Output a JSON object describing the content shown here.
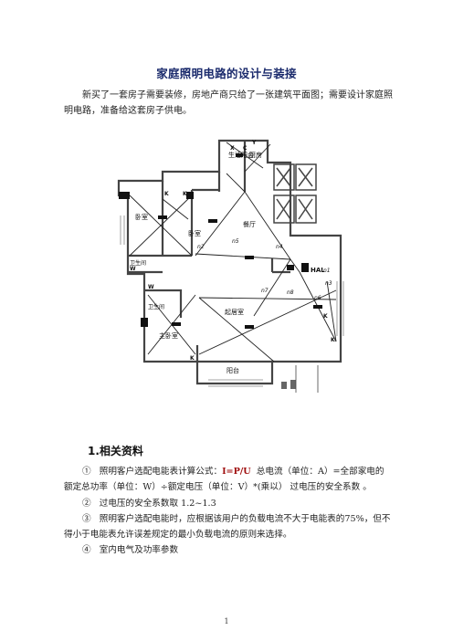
{
  "doc": {
    "title": "家庭照明电路的设计与装接",
    "intro": "新买了一套房子需要装修，房地产商只给了一张建筑平面图；需要设计家庭照明电路，准备给这套房子供电。",
    "section_heading": "1.相关资料",
    "items": [
      {
        "marker": "①",
        "text_a": "照明客户选配电能表计算公式：",
        "formula": "I=P/U",
        "text_b": "总电流（单位：A）=全部家电的额定总功率（单位：W）÷额定电压（单位：V）*(乘以） 过电压的安全系数 。"
      },
      {
        "marker": "②",
        "text": "过电压的安全系数取 1.2~1.3"
      },
      {
        "marker": "③",
        "text": "照明客户选配电能时，应根据该用户的负载电流不大于电能表的75%，但不得小于电能表允许误差规定的最小负载电流的原则来选择。"
      },
      {
        "marker": "④",
        "text": "室内电气及功率参数"
      }
    ],
    "page_number": "1"
  },
  "plan": {
    "rooms": {
      "living_balcony": "生活阳台",
      "kitchen": "厨房",
      "bedroom_1": "卧室",
      "bedroom_2": "卧室",
      "dining": "餐厅",
      "bathroom_1": "卫生间",
      "bathroom_2": "卫生间",
      "master_bedroom": "主卧室",
      "living_room": "起居室",
      "balcony": "阳台"
    },
    "panel_label": "HAL",
    "circuit_labels": [
      "n1",
      "n2",
      "n3",
      "n4",
      "n5",
      "n6",
      "n7",
      "n8"
    ],
    "switch_letters": [
      "K",
      "K",
      "K",
      "K",
      "K",
      "Y",
      "C",
      "W",
      "W",
      "X"
    ]
  }
}
